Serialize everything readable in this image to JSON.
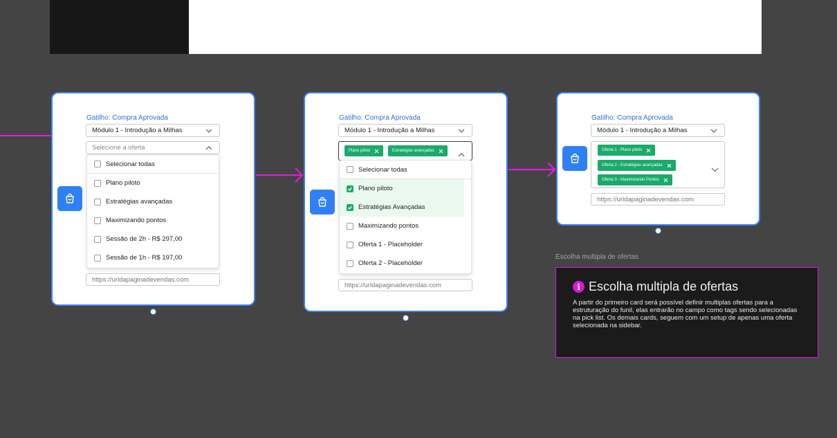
{
  "cards": [
    {
      "trigger": "Gatilho: Compra Aprovada",
      "module": "Módulo 1 - Introdução a Milhas",
      "offer_placeholder": "Selecione a oferta",
      "options": [
        "Selecionar todas",
        "Plano piloto",
        "Estratégias avançadas",
        "Maximizando pontos",
        "Sessão de 2h - R$ 297,00",
        "Sessão de 1h - R$ 197,00"
      ],
      "url_placeholder": "https://urldapaginadevendas.com"
    },
    {
      "trigger": "Gatilho: Compra Aprovada",
      "module": "Módulo 1 - Introdução a Milhas",
      "tags": [
        "Plano piloto",
        "Estratégias avançadas"
      ],
      "options": [
        {
          "label": "Selecionar todas",
          "checked": false
        },
        {
          "label": "Plano piloto",
          "checked": true
        },
        {
          "label": "Estratégias Avançadas",
          "checked": true
        },
        {
          "label": "Maximizando pontos",
          "checked": false
        },
        {
          "label": "Oferta 1 - Placeholder",
          "checked": false
        },
        {
          "label": "Oferta 2 - Placeholder",
          "checked": false
        }
      ],
      "url_placeholder": "https://urldapaginadevendas.com"
    },
    {
      "trigger": "Gatilho: Compra Aprovada",
      "module": "Módulo 1 - Introdução a Milhas",
      "tags": [
        "Oferta 1 - Plano piloto",
        "Oferta 2 - Estratégias avançadas",
        "Oferta 3 - Maximizando Pontos"
      ],
      "url_placeholder": "https://urldapaginadevendas.com"
    }
  ],
  "note": {
    "label": "Escolha multipla de ofertas",
    "title": "Escolha multipla de ofertas",
    "body": "A partir do primeiro card será possível definir multiplas ofertas para a estruturação do funil, elas entrarão no campo como tags sendo selecionadas na pick list. Os demais cards, seguem com um setup de apenas uma oferta selecionada na sidebar."
  },
  "colors": {
    "canvas": "#444444",
    "card_border": "#3b82f6",
    "connector": "#e619e6",
    "tag_green": "#1aaa6b",
    "icon_blue": "#2f80f6",
    "note_border": "#d61ad6"
  },
  "icons": [
    "shopping-bag-icon",
    "chevron-down-icon",
    "chevron-up-icon",
    "close-icon",
    "check-icon",
    "info-icon",
    "arrow-right-icon"
  ]
}
